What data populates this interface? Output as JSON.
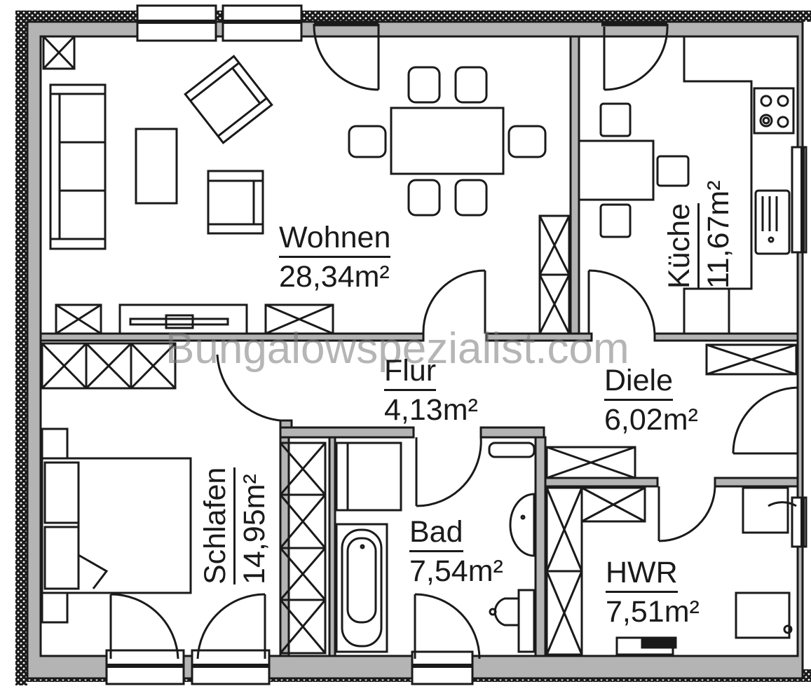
{
  "plan": {
    "type": "floor_plan",
    "watermark": "Bungalowspezialist.com",
    "colors": {
      "line": "#1a1a1a",
      "wall_fill": "#b4b4b4",
      "outer_insulation": "#1a1a1a",
      "background": "#ffffff",
      "watermark": "#8c8c8c"
    },
    "area_unit": "m²",
    "rooms": [
      {
        "id": "wohnen",
        "name": "Wohnen",
        "area": "28,34m²",
        "orientation": "horizontal"
      },
      {
        "id": "kueche",
        "name": "Küche",
        "area": "11,67m²",
        "orientation": "vertical"
      },
      {
        "id": "flur",
        "name": "Flur",
        "area": "4,13m²",
        "orientation": "horizontal"
      },
      {
        "id": "diele",
        "name": "Diele",
        "area": "6,02m²",
        "orientation": "horizontal"
      },
      {
        "id": "schlafen",
        "name": "Schlafen",
        "area": "14,95m²",
        "orientation": "vertical"
      },
      {
        "id": "bad",
        "name": "Bad",
        "area": "7,54m²",
        "orientation": "horizontal"
      },
      {
        "id": "hwr",
        "name": "HWR",
        "area": "7,51m²",
        "orientation": "horizontal"
      }
    ],
    "furniture": {
      "wohnen": [
        "sofa",
        "coffee-table",
        "armchair-rotated",
        "armchair",
        "dining-table",
        "dining-chairs-6",
        "tv-sideboard",
        "cabinet-x-2",
        "wardrobe-tall",
        "chimney-shaft"
      ],
      "kueche": [
        "counter-l-shape",
        "cooktop-4-burners",
        "sink",
        "table",
        "chairs-3",
        "fridge"
      ],
      "schlafen": [
        "double-bed",
        "nightstands-2",
        "wardrobe"
      ],
      "flur": [
        "wardrobe-3-sections"
      ],
      "diele": [
        "wardrobe"
      ],
      "bad": [
        "bathtub",
        "shower",
        "washbasin",
        "toilet",
        "towel-radiator"
      ],
      "hwr": [
        "shelves",
        "boiler",
        "washing-machine",
        "utility-cabinet"
      ]
    }
  }
}
